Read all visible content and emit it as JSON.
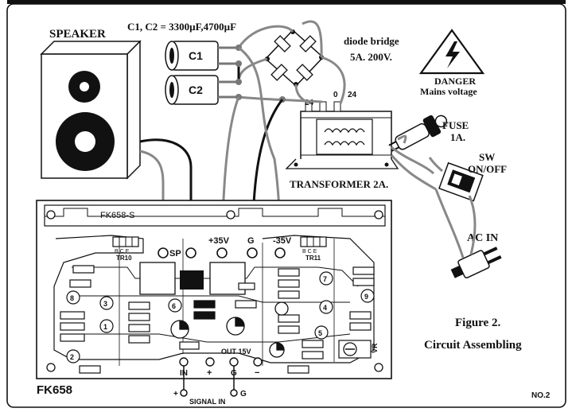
{
  "labels": {
    "speaker": "SPEAKER",
    "capacitor_spec": "C1, C2 = 3300µF,4700µF",
    "c1": "C1",
    "c2": "C2",
    "diode_bridge_line1": "diode bridge",
    "diode_bridge_line2": "5A. 200V.",
    "danger_line1": "DANGER",
    "danger_line2": "Mains voltage",
    "tap_24_left": "24",
    "tap_0": "0",
    "tap_24_right": "24",
    "fuse_line1": "FUSE",
    "fuse_line2": "1A.",
    "switch_line1": "SW",
    "switch_line2": "ON/OFF",
    "transformer": "TRANSFORMER 2A.",
    "ac_in": "AC IN",
    "board_silk": "FK658-S",
    "term_sp": "SP",
    "term_plus35": "+35V",
    "term_g": "G",
    "term_minus35": "-35V",
    "tr10": "TR10",
    "tr11": "TR11",
    "bce_left": "B  C  E",
    "bce_right": "B  C  E",
    "out15v": "OUT 15V",
    "pad_in": "IN",
    "pad_plus": "+",
    "pad_g": "G",
    "pad_minus": "−",
    "signal_plus": "+",
    "signal_g": "G",
    "signal_in": "SIGNAL IN",
    "model": "FK658",
    "figure_title": "Figure 2.",
    "figure_subtitle": "Circuit Assembling",
    "page_no": "NO.2",
    "vr": "VR",
    "ic_numbers": [
      "8",
      "3",
      "1",
      "2",
      "6",
      "7",
      "4",
      "9",
      "5"
    ]
  }
}
